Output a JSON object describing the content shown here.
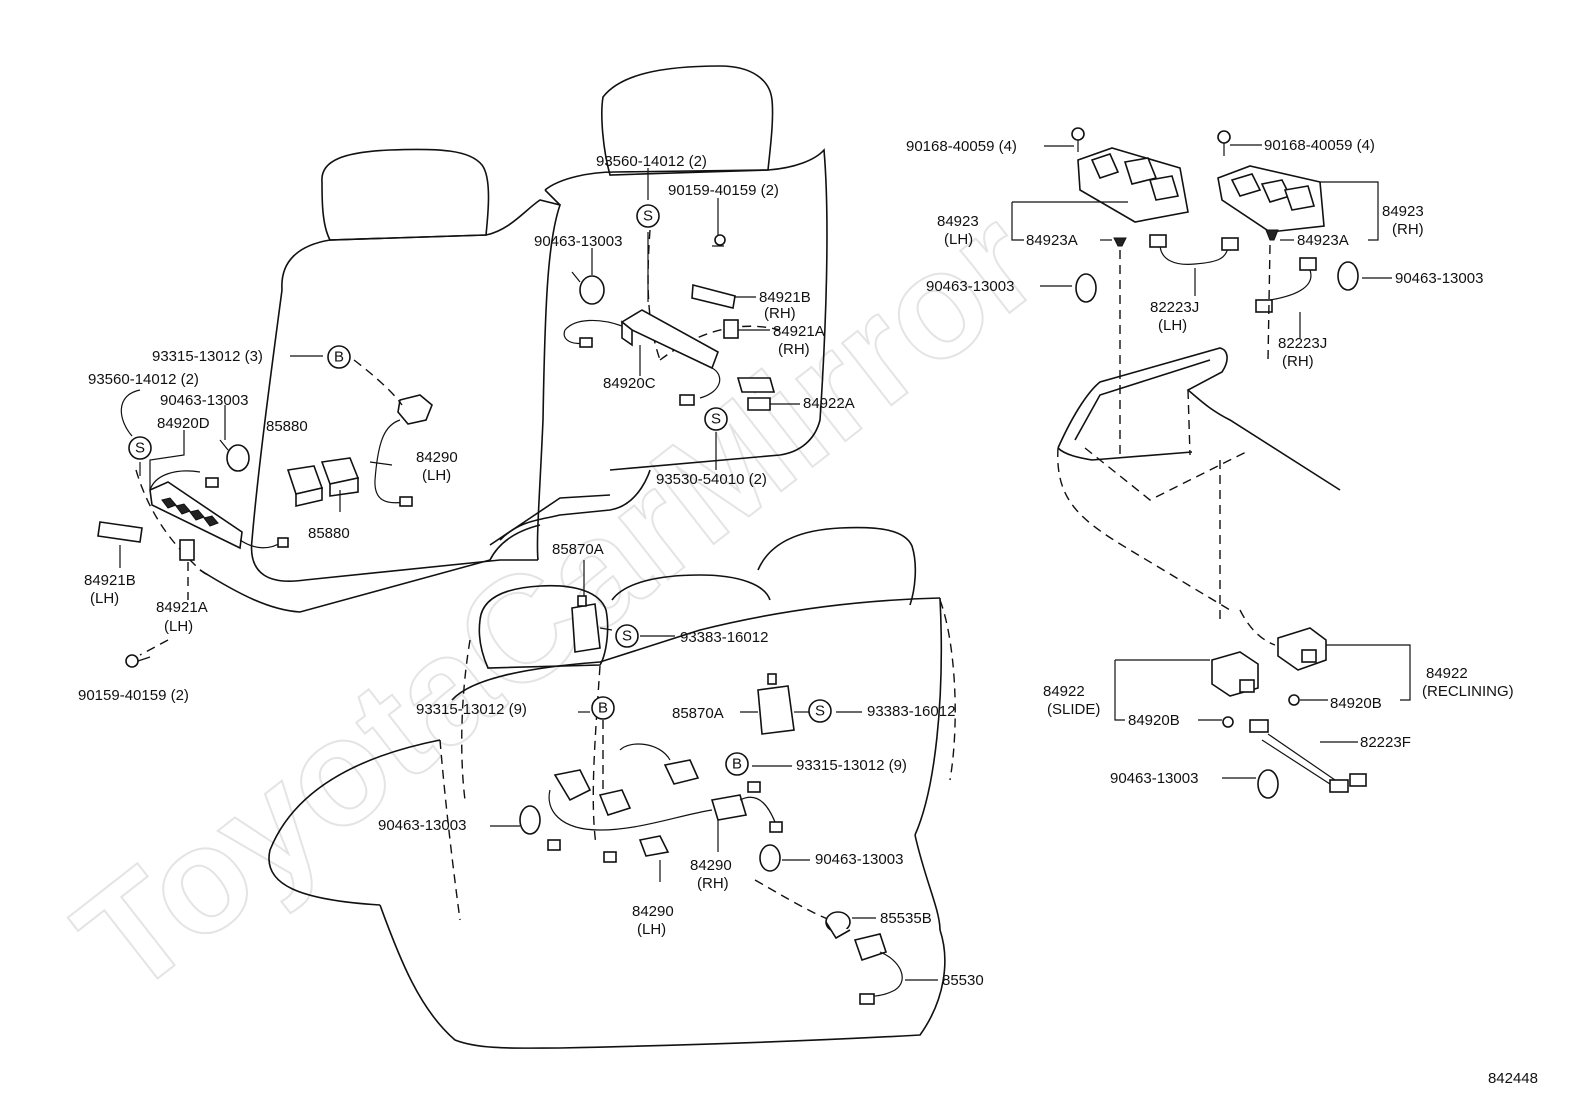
{
  "watermark": "ToyotaCarMirror",
  "diagram_code": "842448",
  "callout_letters": {
    "screw": "S",
    "bolt": "B"
  },
  "labels": {
    "l_93560_rear": "93560-14012 (2)",
    "l_90159_rear": "90159-40159 (2)",
    "l_90463_rear": "90463-13003",
    "l_84921B_rh": "84921B",
    "l_rh_1": "(RH)",
    "l_84921A_rh": "84921A",
    "l_rh_2": "(RH)",
    "l_84920C": "84920C",
    "l_84922A": "84922A",
    "l_93530": "93530-54010 (2)",
    "l_93315_left": "93315-13012 (3)",
    "l_93560_left": "93560-14012 (2)",
    "l_90463_left": "90463-13003",
    "l_84920D": "84920D",
    "l_85880_a": "85880",
    "l_84290_lh_top": "84290",
    "l_lh_top": "(LH)",
    "l_85880_b": "85880",
    "l_84921B_lh": "84921B",
    "l_lh_b": "(LH)",
    "l_84921A_lh": "84921A",
    "l_lh_a": "(LH)",
    "l_90159_left": "90159-40159 (2)",
    "l_85870A_top": "85870A",
    "l_93383_a": "93383-16012",
    "l_93315_9a": "93315-13012 (9)",
    "l_85870A_b": "85870A",
    "l_93383_b": "93383-16012",
    "l_93315_9b": "93315-13012 (9)",
    "l_90463_bl": "90463-13003",
    "l_90463_br": "90463-13003",
    "l_84290_rh": "84290",
    "l_rh_84290": "(RH)",
    "l_84290_lh": "84290",
    "l_lh_84290": "(LH)",
    "l_85535B": "85535B",
    "l_85530": "85530",
    "l_90168_l": "90168-40059 (4)",
    "l_90168_r": "90168-40059 (4)",
    "l_84923_l": "84923",
    "l_lh_84923": "(LH)",
    "l_84923A_l": "84923A",
    "l_84923A_r": "84923A",
    "l_84923_r": "84923",
    "l_rh_84923": "(RH)",
    "l_90463_rl": "90463-13003",
    "l_90463_rr": "90463-13003",
    "l_82223J_l": "82223J",
    "l_lh_82223J": "(LH)",
    "l_82223J_r": "82223J",
    "l_rh_82223J": "(RH)",
    "l_84922_slide": "84922",
    "l_slide": "(SLIDE)",
    "l_84922_recl": "84922",
    "l_reclining": "(RECLINING)",
    "l_84920B_a": "84920B",
    "l_84920B_b": "84920B",
    "l_82223F": "82223F",
    "l_90463_rb": "90463-13003"
  }
}
